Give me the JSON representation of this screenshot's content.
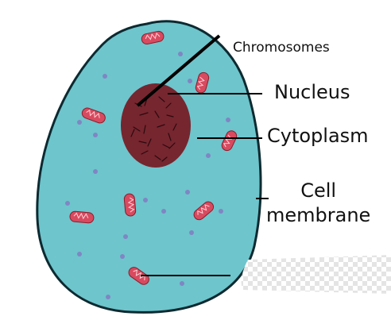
{
  "labels": {
    "chromosomes": "Chromosomes",
    "nucleus": "Nucleus",
    "cytoplasm": "Cytoplasm",
    "cell_line1": "Cell",
    "cell_line2": "membrane"
  },
  "colors": {
    "cytoplasm": "#6ec5cc",
    "membrane": "#0d2a31",
    "nucleus": "#76262f",
    "mitochondria": "#d84a5f",
    "granules": "#7f86c3",
    "pointer": "#000000"
  }
}
